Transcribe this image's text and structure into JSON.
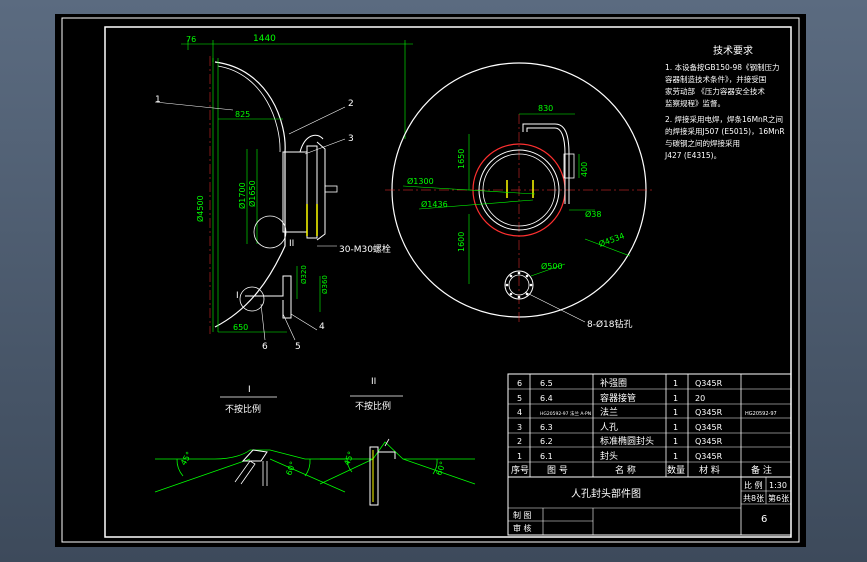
{
  "dims": {
    "d76": "76",
    "d1440": "1440",
    "d825": "825",
    "d4500": "Ø4500",
    "d1700": "Ø1700",
    "d1650": "Ø1650",
    "d320": "Ø320",
    "d360": "Ø360",
    "d650": "650",
    "d830": "830",
    "d1650v": "1650",
    "d1300": "Ø1300",
    "d1436": "Ø1436",
    "d400": "400",
    "d38": "Ø38",
    "d1600": "1600",
    "d4534": "Ø4534",
    "d500": "Ø500"
  },
  "notes": {
    "bolt_label": "30-M30螺栓",
    "hole_label": "8-Ø18钻孔"
  },
  "balloons": {
    "b1": "1",
    "b2": "2",
    "b3": "3",
    "b4": "4",
    "b5": "5",
    "b6": "6",
    "rI": "I",
    "rII": "II"
  },
  "details": {
    "d1_title": "I",
    "d1_scale": "不按比例",
    "d2_title": "II",
    "d2_scale": "不按比例",
    "a1": "45°",
    "a2": "60°",
    "a3": "45°",
    "a4": "60°"
  },
  "tech": {
    "title": "技术要求",
    "lines": [
      "1. 本设备按GB150-98《钢制压力",
      "容器制造技术条件》，并接受国",
      "家劳动部  《压力容器安全技术",
      "监察规程》监督。",
      "2. 焊接采用电焊，焊条16MnR之间",
      "的焊接采用J507 (E5015)，16MnR",
      "与碳钢之间的焊接采用",
      "J427 (E4315)。"
    ]
  },
  "bom": {
    "rows": [
      {
        "no": "6",
        "code": "6.5",
        "name": "补强圈",
        "qty": "1",
        "mat": "Q345R",
        "note": ""
      },
      {
        "no": "5",
        "code": "6.4",
        "name": "容器接管",
        "qty": "1",
        "mat": "20",
        "note": ""
      },
      {
        "no": "4",
        "code": "HG20592-97 法兰 A-PN",
        "name": "法兰",
        "qty": "1",
        "mat": "Q345R",
        "note": "HG20592-97"
      },
      {
        "no": "3",
        "code": "6.3",
        "name": "人孔",
        "qty": "1",
        "mat": "Q345R",
        "note": ""
      },
      {
        "no": "2",
        "code": "6.2",
        "name": "标准椭圆封头",
        "qty": "1",
        "mat": "Q345R",
        "note": ""
      },
      {
        "no": "1",
        "code": "6.1",
        "name": "封头",
        "qty": "1",
        "mat": "Q345R",
        "note": ""
      }
    ],
    "header": {
      "no": "序号",
      "code": "图 号",
      "name": "名 称",
      "qty": "数量",
      "mat": "材 料",
      "note": "备 注"
    },
    "title": "人孔封头部件图",
    "scale_label": "比 例",
    "scale_value": "1:30",
    "sheets": "共8张",
    "sheet_no": "第6张",
    "drawn": "制 图",
    "checked": "审 核",
    "number": "6"
  }
}
